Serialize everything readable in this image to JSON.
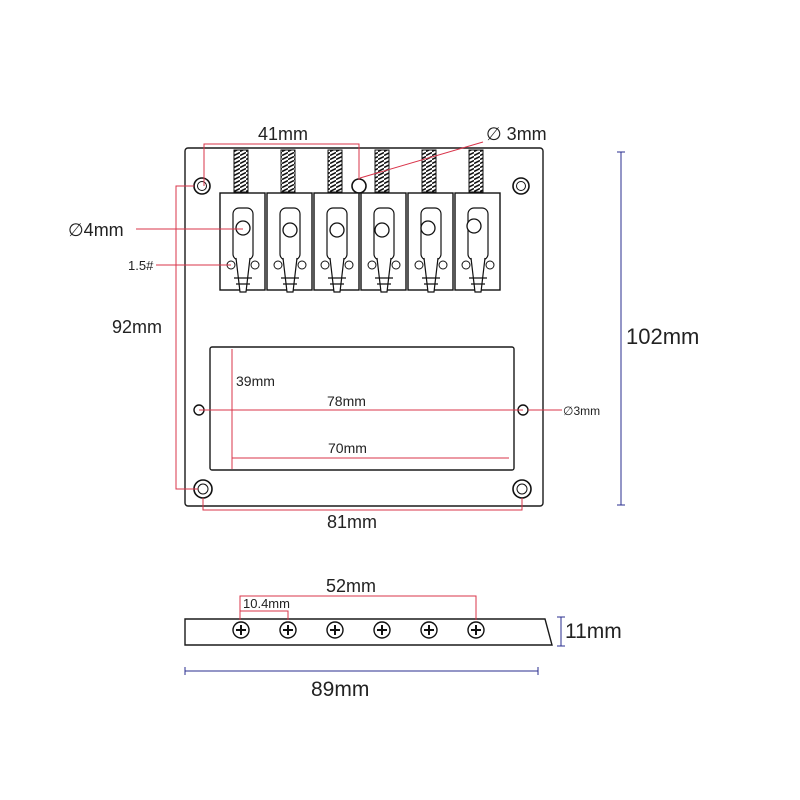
{
  "labels": {
    "dim_41": "41mm",
    "dia_3_top": "∅ 3mm",
    "dia_4": "∅4mm",
    "screw_15": "1.5#",
    "dim_92": "92mm",
    "dim_102": "102mm",
    "dim_39": "39mm",
    "dim_78": "78mm",
    "dia_3_side": "∅3mm",
    "dim_70": "70mm",
    "dim_81": "81mm",
    "dim_52": "52mm",
    "dim_104": "10.4mm",
    "dim_11": "11mm",
    "dim_89": "89mm"
  },
  "colors": {
    "outline": "#1a1a1a",
    "dimension_red": "#d9344a",
    "dimension_blue": "#2a2d8f",
    "text": "#222222"
  },
  "saddle_count": 6,
  "top_screw_count": 6
}
